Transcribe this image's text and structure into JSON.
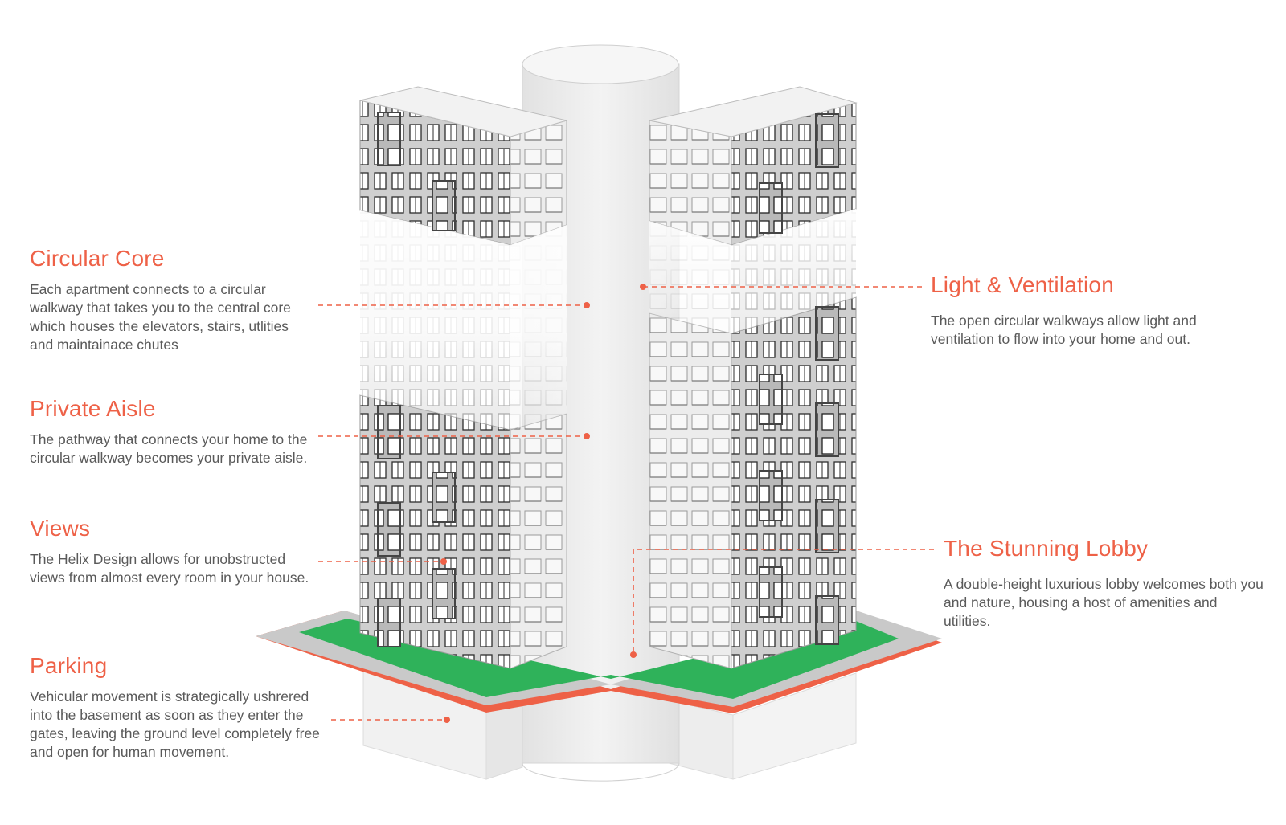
{
  "features": [
    {
      "id": "circular-core",
      "title": "Circular Core",
      "body": "Each apartment connects to a circular walkway that takes you to the central core which houses the elevators, stairs, utlities and maintainace chutes"
    },
    {
      "id": "private-aisle",
      "title": "Private Aisle",
      "body": "The pathway that connects your home to the circular walkway becomes your private aisle."
    },
    {
      "id": "views",
      "title": "Views",
      "body": "The Helix Design allows for unobstructed views from almost every room in your house."
    },
    {
      "id": "parking",
      "title": "Parking",
      "body": "Vehicular movement is strategically ushrered into the basement as soon as they enter the gates, leaving the ground level completely free and open for human movement."
    },
    {
      "id": "light-ventilation",
      "title": "Light & Ventilation",
      "body": "The open circular walkways allow light and ventilation to flow into your home and out."
    },
    {
      "id": "stunning-lobby",
      "title": "The Stunning Lobby",
      "body": "A double-height luxurious  lobby welcomes both you and  nature, housing a host of amenities and utilities."
    }
  ],
  "colors": {
    "accent": "#ee6147",
    "text": "#5a5a5a",
    "lawn": "#2fb25a",
    "facade": "#d6d6d6",
    "core": "#ececec"
  }
}
